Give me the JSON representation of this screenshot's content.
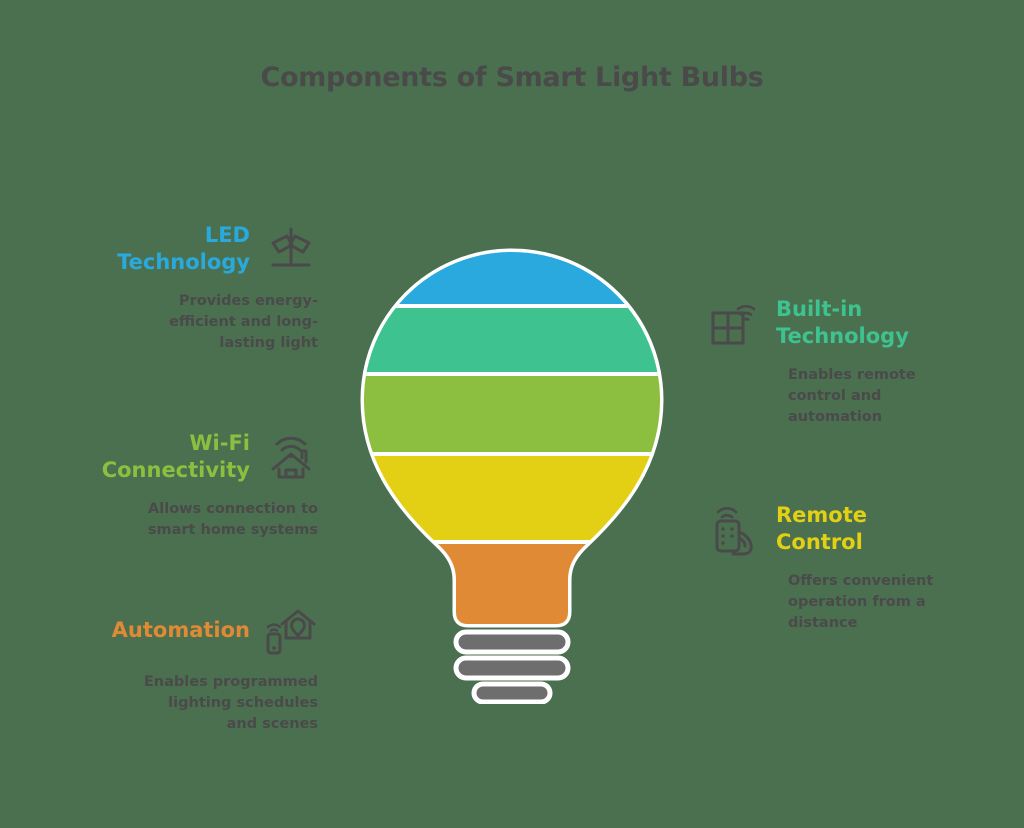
{
  "page": {
    "title": "Components of Smart Light Bulbs",
    "background_color": "#4b7050",
    "text_color": "#4a4a4a"
  },
  "bulb": {
    "name": "smart-light-bulb-illustration",
    "bands": [
      {
        "label": "LED Technology band",
        "color": "#29a9dd"
      },
      {
        "label": "Built-in Technology band",
        "color": "#3ec28f"
      },
      {
        "label": "Wi-Fi Connectivity band",
        "color": "#8cbf3f"
      },
      {
        "label": "Remote Control band",
        "color": "#e3cf14"
      },
      {
        "label": "Automation band",
        "color": "#e08a35"
      }
    ],
    "base_color": "#6e6e6e",
    "outline_color": "#ffffff"
  },
  "items": {
    "left": [
      {
        "id": "led-technology",
        "heading": "LED Technology",
        "color": "#29a9dd",
        "description": "Provides energy-efficient and long-lasting light",
        "icon": "floor-lamp-icon"
      },
      {
        "id": "wifi-connectivity",
        "heading": "Wi-Fi Connectivity",
        "color": "#8cbf3f",
        "description": "Allows connection to smart home systems",
        "icon": "wifi-house-icon"
      },
      {
        "id": "automation",
        "heading": "Automation",
        "color": "#e08a35",
        "description": "Enables programmed lighting schedules and scenes",
        "icon": "smart-home-phone-icon"
      }
    ],
    "right": [
      {
        "id": "built-in-technology",
        "heading": "Built-in Technology",
        "color": "#3ec28f",
        "description": "Enables remote control and automation",
        "icon": "chip-signal-icon"
      },
      {
        "id": "remote-control",
        "heading": "Remote Control",
        "color": "#e3cf14",
        "description": "Offers convenient operation from a distance",
        "icon": "hand-remote-icon"
      }
    ]
  }
}
